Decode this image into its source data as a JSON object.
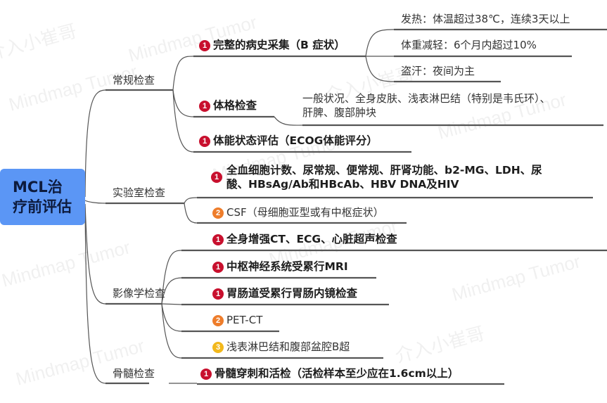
{
  "root": {
    "label_line1": "MCL治",
    "label_line2": "疗前评估",
    "color": "#5b96f5"
  },
  "priority_colors": {
    "1": "#c8102e",
    "2": "#ee7d2b",
    "3": "#f2b81c"
  },
  "watermark": {
    "text_en": "Mindmap Tumor",
    "text_cn": "介入小崔哥"
  },
  "branches": [
    {
      "label": "常规检查",
      "children": [
        {
          "priority": "1",
          "label": "完整的病史采集（B  症状）",
          "children": [
            {
              "label": "发热：体温超过38℃，连续3天以上"
            },
            {
              "label": "体重减轻：6个月内超过10%"
            },
            {
              "label": "盗汗：夜间为主"
            }
          ]
        },
        {
          "priority": "1",
          "label": "体格检查",
          "children": [
            {
              "line1": "一般状况、全身皮肤、浅表淋巴结（特别是韦氏环）、",
              "line2": "肝脾、腹部肿块"
            }
          ]
        },
        {
          "priority": "1",
          "label": "体能状态评估（ECOG体能评分）"
        }
      ]
    },
    {
      "label": "实验室检查",
      "children": [
        {
          "priority": "1",
          "line1": "全血细胞计数、尿常规、便常规、肝肾功能、b2-MG、LDH、尿",
          "line2": "酸、HBsAg/Ab和HBcAb、HBV  DNA及HIV"
        },
        {
          "priority": "2",
          "label": "CSF（母细胞亚型或有中枢症状）"
        }
      ]
    },
    {
      "label": "影像学检查",
      "children": [
        {
          "priority": "1",
          "label": "全身增强CT、ECG、心脏超声检查"
        },
        {
          "priority": "1",
          "label": "中枢神经系统受累行MRI"
        },
        {
          "priority": "1",
          "label": "胃肠道受累行胃肠内镜检查"
        },
        {
          "priority": "2",
          "label": "PET-CT"
        },
        {
          "priority": "3",
          "label": "浅表淋巴结和腹部盆腔B超"
        }
      ]
    },
    {
      "label": "骨髓检查",
      "children": [
        {
          "priority": "1",
          "label": "骨髓穿刺和活检（活检样本至少应在1.6cm以上）"
        }
      ]
    }
  ]
}
